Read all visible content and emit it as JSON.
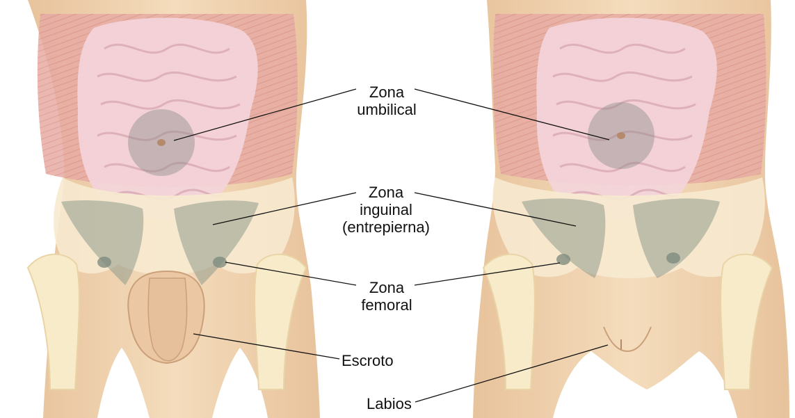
{
  "labels": {
    "umbilical": {
      "line1": "Zona",
      "line2": "umbilical"
    },
    "inguinal": {
      "line1": "Zona",
      "line2": "inguinal",
      "line3": "(entrepierna)"
    },
    "femoral": {
      "line1": "Zona",
      "line2": "femoral"
    },
    "scrotum": "Escroto",
    "labia": "Labios"
  },
  "colors": {
    "skin": "#f0d3b0",
    "muscle": "#e6a8a0",
    "intestine": "#f1cfd4",
    "bone": "#f6e7c2",
    "shaded_zone": "#8f9a8c",
    "leader_line": "#111111"
  }
}
